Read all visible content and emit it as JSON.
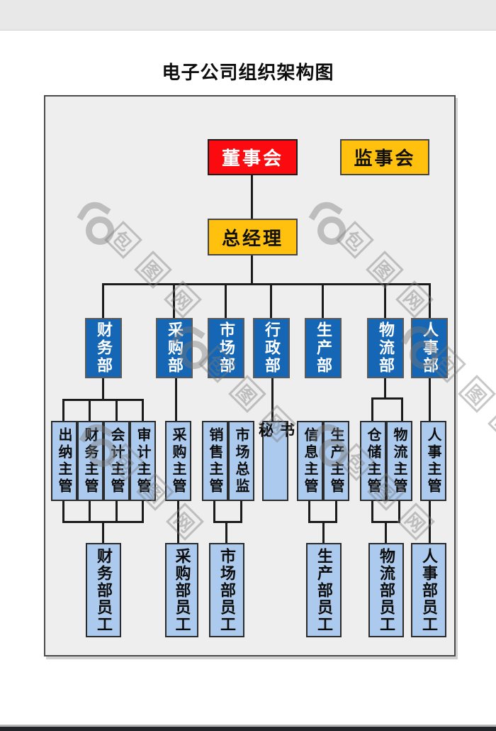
{
  "page": {
    "title": "电子公司组织架构图"
  },
  "org": {
    "board": "董事会",
    "supervisory_board": "监事会",
    "general_manager": "总经理",
    "departments": [
      {
        "label": "财务部",
        "supervisors": [
          "出纳主管",
          "财务主管",
          "会计主管",
          "审计主管"
        ],
        "staff": "财务部员工"
      },
      {
        "label": "采购部",
        "supervisors": [
          "采购主管"
        ],
        "staff": "采购部员工"
      },
      {
        "label": "市场部",
        "supervisors": [
          "销售主管",
          "市场总监"
        ],
        "staff": "市场部员工"
      },
      {
        "label": "行政部",
        "supervisors": [
          "秘书"
        ],
        "staff": ""
      },
      {
        "label": "生产部",
        "supervisors": [
          "信息主管",
          "生产主管"
        ],
        "staff": "生产部员工"
      },
      {
        "label": "物流部",
        "supervisors": [
          "仓储主管",
          "物流主管"
        ],
        "staff": "物流部员工"
      },
      {
        "label": "人事部",
        "supervisors": [
          "人事主管"
        ],
        "staff": "人事部员工"
      }
    ]
  },
  "watermark": {
    "chars": [
      "包",
      "图",
      "网"
    ]
  },
  "colors": {
    "board_red": "#fb0a10",
    "accent_yellow": "#ffc10e",
    "department_blue": "#1566b4",
    "staff_light_blue": "#accaed",
    "line_black": "#1b1b1b",
    "canvas_gray": "#eeeeee"
  }
}
